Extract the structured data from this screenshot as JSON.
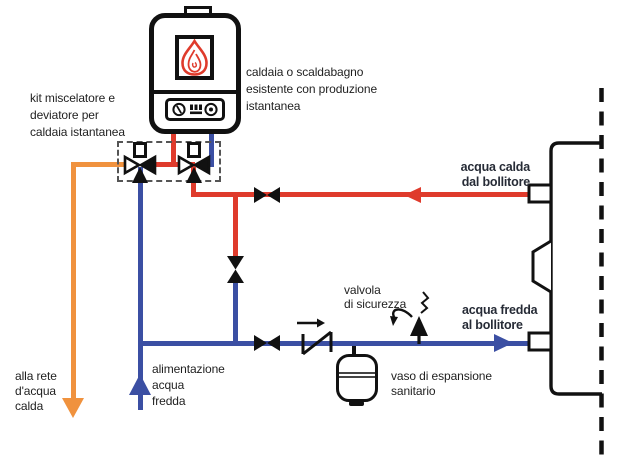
{
  "labels": {
    "kit": "kit miscelatore e\ndeviatore per\ncaldaia istantanea",
    "caldaia": "caldaia o scaldabagno\nesistente con produzione\nistantanea",
    "acqua_calda": "acqua calda\ndal bollitore",
    "acqua_fredda": "acqua fredda\nal bollitore",
    "valvola_sicurezza": "valvola\ndi sicurezza",
    "vaso_espansione": "vaso di espansione\nsanitario",
    "alimentazione": "alimentazione\nacqua\nfredda",
    "alla_rete": "alla rete\nd'acqua\ncalda"
  },
  "colors": {
    "hot_water": "#df3b2c",
    "cold_water": "#3b4fa3",
    "mixed_water": "#f0923e",
    "outline": "#111111"
  },
  "icons": {
    "flame": "flame-icon",
    "power_knob": "power-knob-icon",
    "burner": "burner-icon",
    "dial": "dial-knob-icon",
    "valve_3way": "three-way-valve-icon",
    "valve_shutoff": "shutoff-valve-icon",
    "valve_check": "check-valve-icon",
    "valve_safety": "safety-valve-icon",
    "expansion_vessel": "expansion-vessel-icon",
    "storage_tank": "storage-tank-icon"
  }
}
